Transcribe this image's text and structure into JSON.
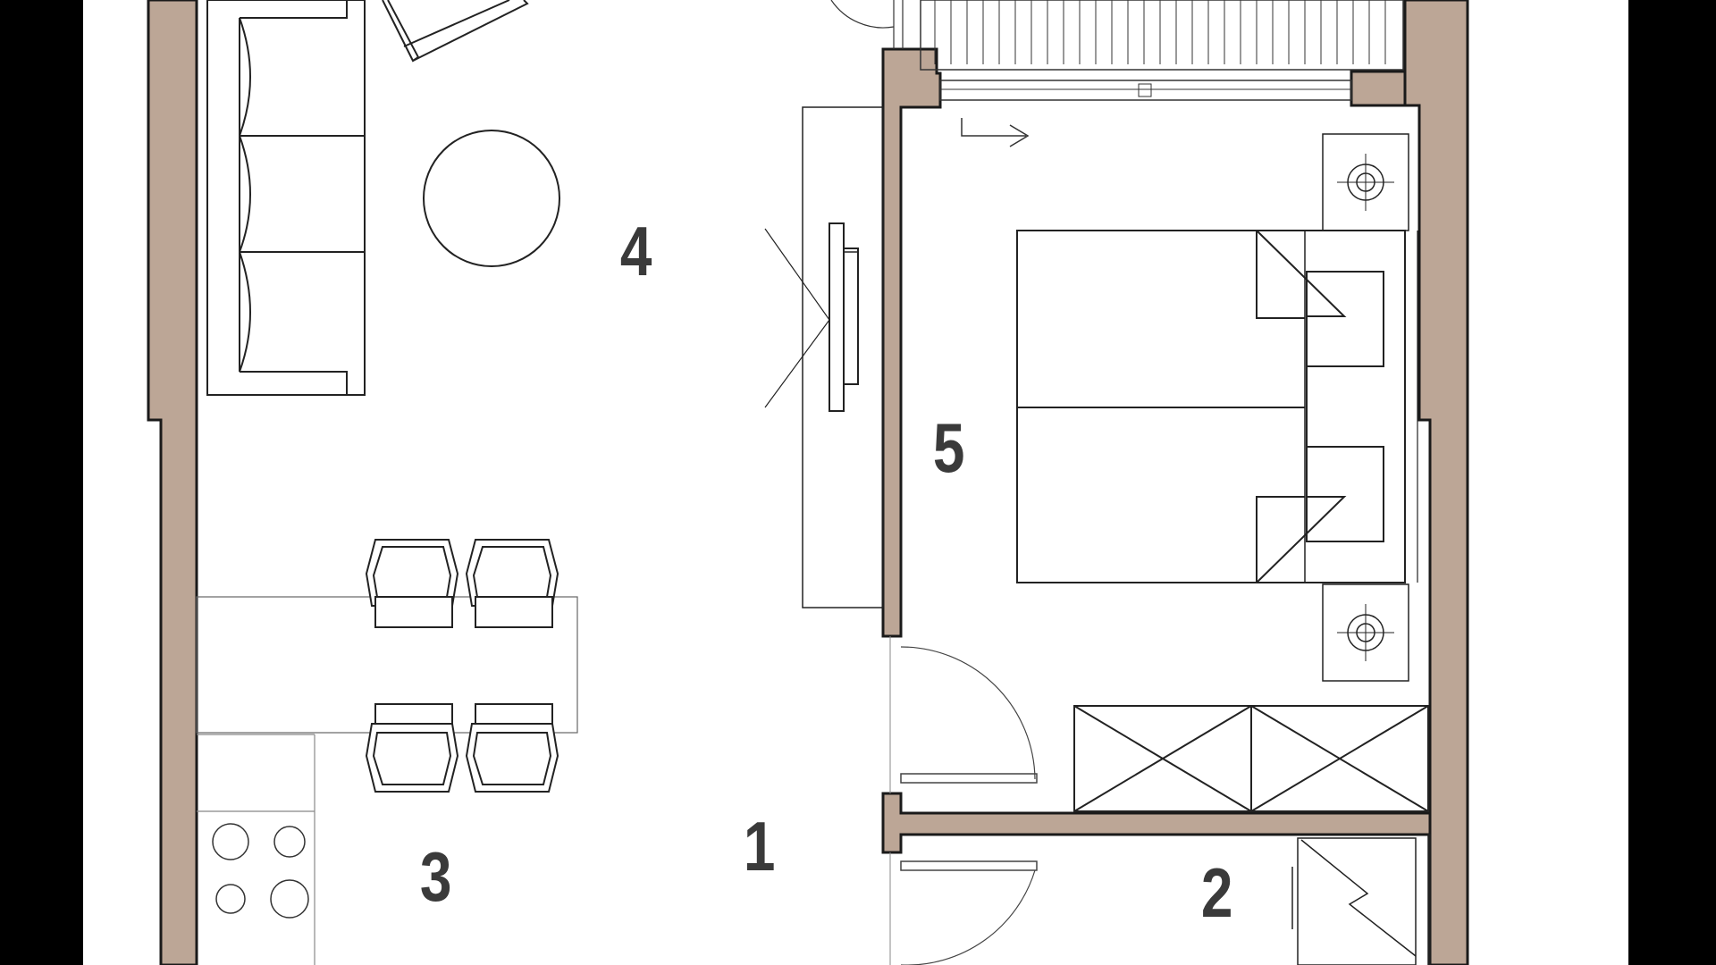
{
  "colors": {
    "background": "#000000",
    "sheet": "#ffffff",
    "wall_fill": "#bca696",
    "wall_outline": "#1a1a1a",
    "line": "#222222",
    "thin_line": "#555555",
    "label": "#3a3a3a"
  },
  "rooms": [
    {
      "id": "hall",
      "number": "1"
    },
    {
      "id": "bathroom",
      "number": "2"
    },
    {
      "id": "kitchen",
      "number": "3"
    },
    {
      "id": "living-room",
      "number": "4"
    },
    {
      "id": "bedroom",
      "number": "5"
    }
  ],
  "furniture": [
    "sofa-icon",
    "armchair-icon",
    "round-table-icon",
    "tv-icon",
    "dining-table-icon",
    "chair-icon",
    "stove-icon",
    "double-bed-icon",
    "nightstand-lamp-icon",
    "wardrobe-icon",
    "shower-icon",
    "door-swing-icon",
    "balcony-icon"
  ]
}
